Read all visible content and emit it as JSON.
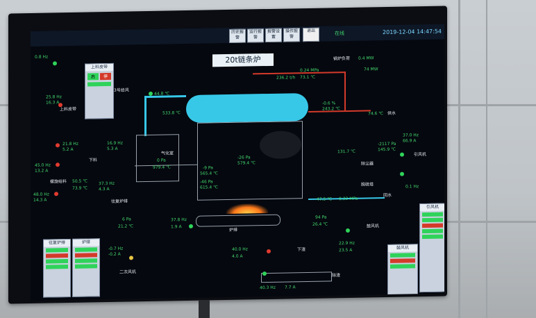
{
  "header": {
    "nav_buttons": [
      "历史报警",
      "运行报警",
      "报警设置",
      "操作报警",
      "退出"
    ],
    "clock": "2019-12-04 14:47:54",
    "status": "在线"
  },
  "diagram": {
    "title": "20t链条炉",
    "boiler_load": "锅炉负荷",
    "load_value": "0.4 MW",
    "load_value2": "74 MW",
    "readouts": [
      "0.8 Hz",
      "25.8 Hz",
      "16.3 A",
      "上料皮带",
      "21.8 Hz",
      "5.2 A",
      "16.9 Hz",
      "5.3 A",
      "下料",
      "45.0 Hz",
      "13.2 A",
      "螺旋给料",
      "50.5 ℃",
      "73.9 ℃",
      "37.3 Hz",
      "4.3 A",
      "往复炉排",
      "44.8 ℃",
      "3号给风",
      "533.8 ℃",
      "0.24 MPa",
      "236.2 t/h",
      "73.1 ℃",
      "-0.6 %",
      "243.2 ℃",
      "74.6 ℃",
      "供水",
      "气化室",
      "0 Pa",
      "979.4 ℃",
      "-9 Pa",
      "565.4 ℃",
      "-46 Pa",
      "615.4 ℃",
      "-26 Pa",
      "579.4 ℃",
      "-2117 Pa",
      "145.9 ℃",
      "37.0 Hz",
      "66.9 A",
      "131.7 ℃",
      "引风机",
      "除尘器",
      "脱硫塔",
      "0.1 Hz",
      "47.5 ℃",
      "0.33 MPa",
      "回水",
      "6 Pa",
      "21.2 ℃",
      "37.8 Hz",
      "1.9 A",
      "炉排",
      "94 Pa",
      "26.4 ℃",
      "鼓风机",
      "-0.7 Hz",
      "-0.2 A",
      "二次风机",
      "40.0 Hz",
      "4.0 A",
      "下渣",
      "22.9 Hz",
      "23.5 A",
      "40.3 Hz",
      "7.7 A",
      "除渣",
      "48.0 Hz",
      "14.3 A"
    ]
  },
  "panels": [
    {
      "title": "上料皮带",
      "buttons": [
        "启",
        "停"
      ]
    },
    {
      "title": "往复炉排"
    },
    {
      "title": "炉排"
    },
    {
      "title": "鼓风机"
    },
    {
      "title": "引风机"
    }
  ],
  "colors": {
    "accent": "#37c8e8",
    "on": "#2fd35a",
    "off": "#e23b2f",
    "warn": "#e8c542"
  }
}
